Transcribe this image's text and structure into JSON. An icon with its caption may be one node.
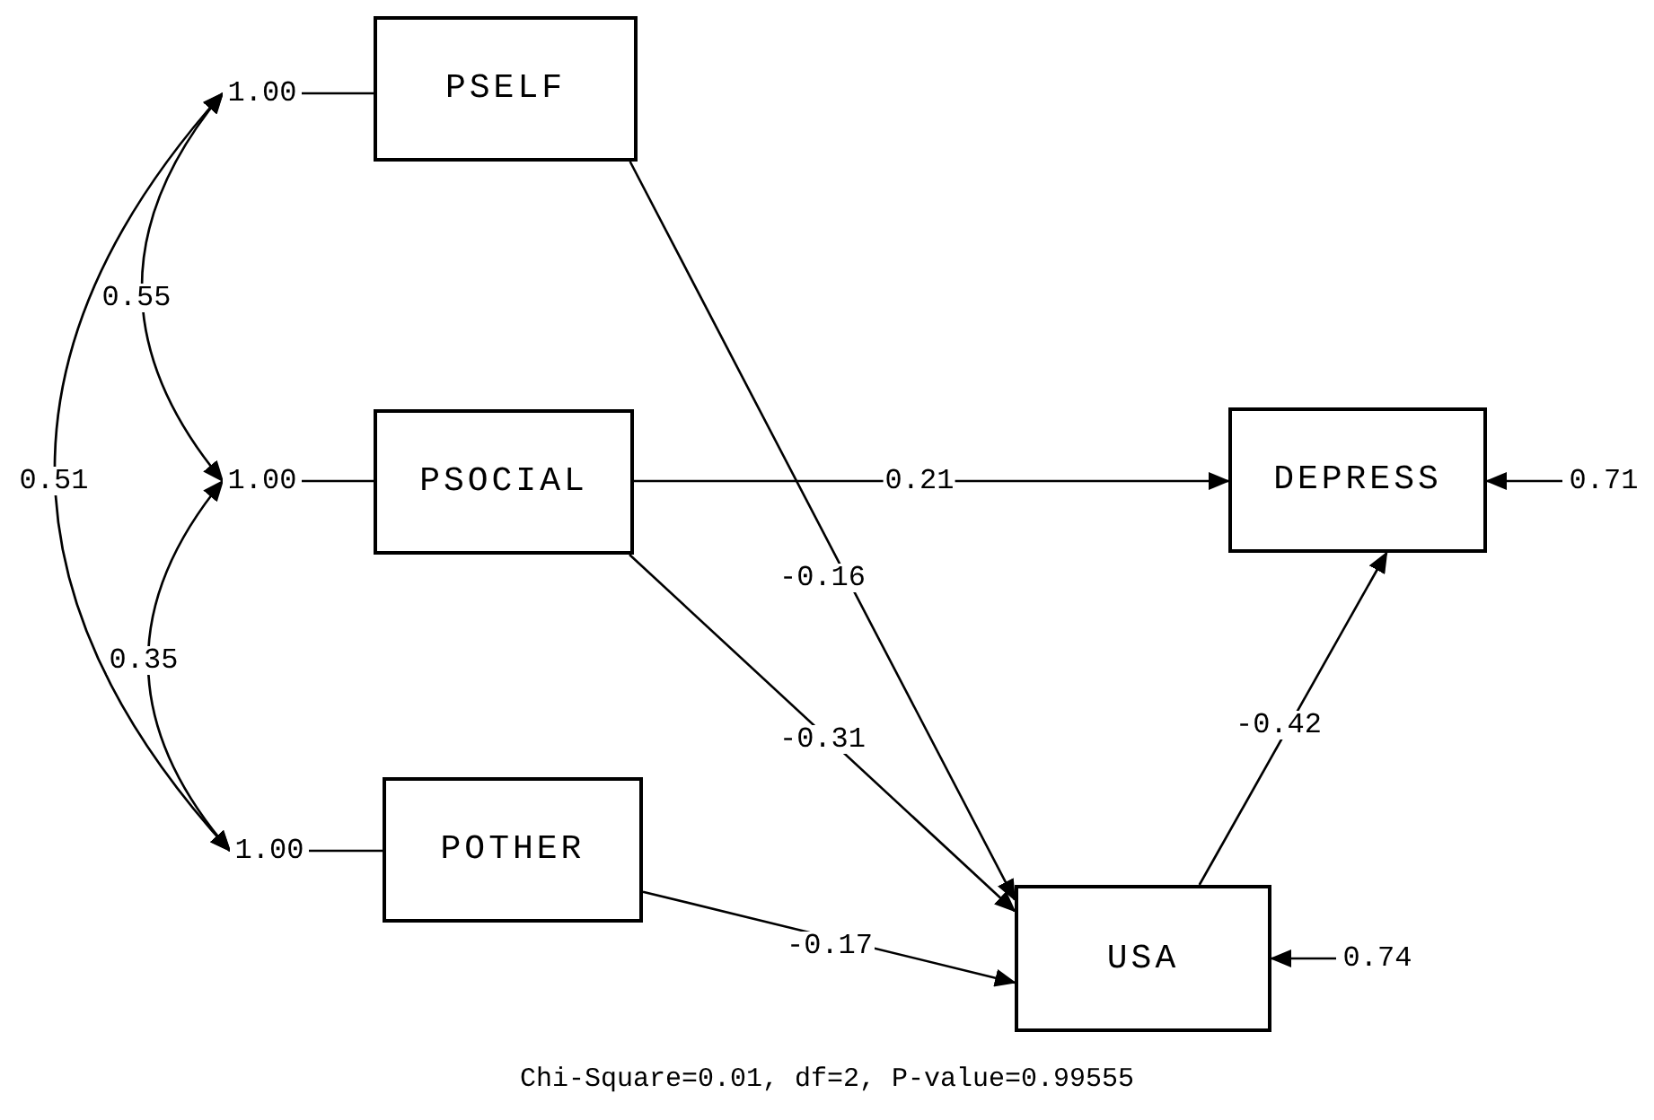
{
  "diagram": {
    "caption": "Chi-Square=0.01, df=2, P-value=0.99555",
    "nodes": [
      {
        "text": [
          "PSELF"
        ]
      },
      {
        "text": [
          "PSOCIAL"
        ]
      },
      {
        "text": [
          "POTHER"
        ]
      },
      {
        "text": [
          "DEPRESS"
        ]
      },
      {
        "text": [
          "USA"
        ]
      },
      {
        "text": [
          "1.00"
        ]
      },
      {
        "text": [
          "1.00"
        ]
      },
      {
        "text": [
          "1.00"
        ]
      },
      {
        "text": [
          "0.71"
        ]
      },
      {
        "text": [
          "0.74"
        ]
      }
    ],
    "edges": [
      {
        "from": 0,
        "to": 4,
        "arrow": "to",
        "label": "-0.16"
      },
      {
        "from": 1,
        "to": 3,
        "arrow": "to",
        "label": "0.21"
      },
      {
        "from": 1,
        "to": 4,
        "arrow": "to",
        "label": "-0.31"
      },
      {
        "from": 2,
        "to": 4,
        "arrow": "to",
        "label": "-0.17"
      },
      {
        "from": 4,
        "to": 3,
        "arrow": "to",
        "label": "-0.42"
      },
      {
        "from": 8,
        "to": 3,
        "arrow": "to"
      },
      {
        "from": 9,
        "to": 4,
        "arrow": "to"
      },
      {
        "from": 5,
        "to": 0,
        "arrow": "none"
      },
      {
        "from": 6,
        "to": 1,
        "arrow": "none"
      },
      {
        "from": 7,
        "to": 2,
        "arrow": "none"
      },
      {
        "from": 5,
        "to": 6,
        "arrow": "both",
        "label": "0.55"
      },
      {
        "from": 6,
        "to": 7,
        "arrow": "both",
        "label": "0.35"
      },
      {
        "from": 5,
        "to": 7,
        "arrow": "both",
        "label": "0.51"
      }
    ]
  }
}
